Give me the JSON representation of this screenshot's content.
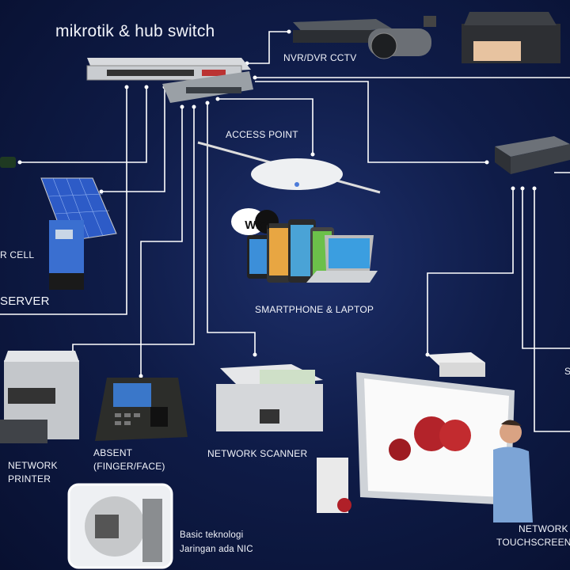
{
  "title": "mikrotik &  hub switch",
  "labels": {
    "nvr": "NVR/DVR CCTV",
    "access_point": "ACCESS POINT",
    "solar": "R CELL",
    "server": "SERVER",
    "smartphone": "SMARTPHONE & LAPTOP",
    "printer_1": "NETWORK",
    "printer_2": "PRINTER",
    "absent_1": "ABSENT",
    "absent_2": "(FINGER/FACE)",
    "scanner": "NETWORK SCANNER",
    "nic_1": "Basic teknologi",
    "nic_2": "Jaringan ada NIC",
    "touch_1": "NETWORK",
    "touch_2": "TOUCHSCREEN",
    "partial_right": "S",
    "wifi_logo": "WiFi"
  },
  "colors": {
    "background": "#0f1c48",
    "wire": "#ffffff"
  }
}
